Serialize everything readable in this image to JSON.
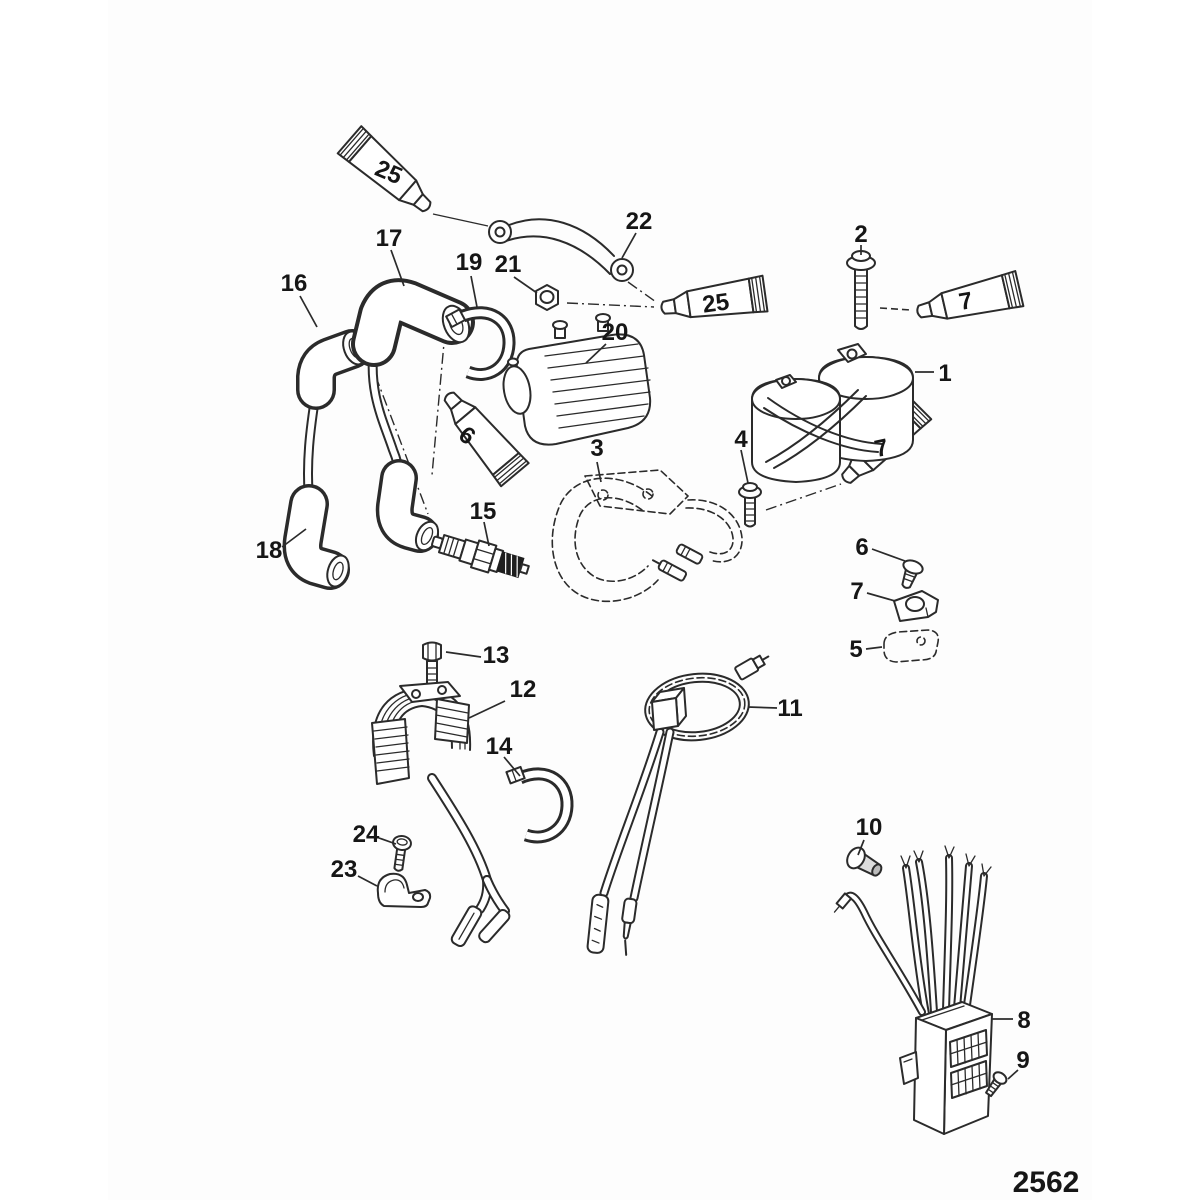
{
  "diagram": {
    "footer_code": "2562",
    "line_color": "#2b2b2b",
    "background": "#ffffff"
  },
  "callouts": {
    "c1": "1",
    "c2": "2",
    "c3": "3",
    "c4": "4",
    "c5": "5",
    "c6a": "6",
    "c6b": "6",
    "c7a": "7",
    "c7b": "7",
    "c7c": "7",
    "c8": "8",
    "c9": "9",
    "c10": "10",
    "c11": "11",
    "c12": "12",
    "c13": "13",
    "c14": "14",
    "c15": "15",
    "c16": "16",
    "c17": "17",
    "c18": "18",
    "c19": "19",
    "c20": "20",
    "c21": "21",
    "c22": "22",
    "c23": "23",
    "c24": "24",
    "c25a": "25",
    "c25b": "25"
  }
}
